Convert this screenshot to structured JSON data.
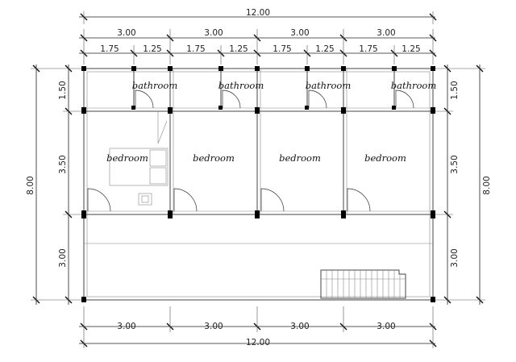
{
  "dimensions": {
    "top_total": "12.00",
    "top_bays": [
      "3.00",
      "3.00",
      "3.00",
      "3.00"
    ],
    "top_sub": [
      "1.75",
      "1.25",
      "1.75",
      "1.25",
      "1.75",
      "1.25",
      "1.75",
      "1.25"
    ],
    "bottom_bays": [
      "3.00",
      "3.00",
      "3.00",
      "3.00"
    ],
    "bottom_total": "12.00",
    "left_rows": [
      "1.50",
      "3.50",
      "3.00"
    ],
    "left_total": "8.00",
    "right_rows": [
      "1.50",
      "3.50",
      "3.00"
    ],
    "right_total": "8.00"
  },
  "rooms": {
    "bathrooms": [
      "bathroom",
      "bathroom",
      "bathroom",
      "bathroom"
    ],
    "bedrooms": [
      "bedroom",
      "bedroom",
      "bedroom",
      "bedroom"
    ]
  },
  "colors": {
    "line": "#222222",
    "column": "#000000",
    "background": "#ffffff"
  }
}
